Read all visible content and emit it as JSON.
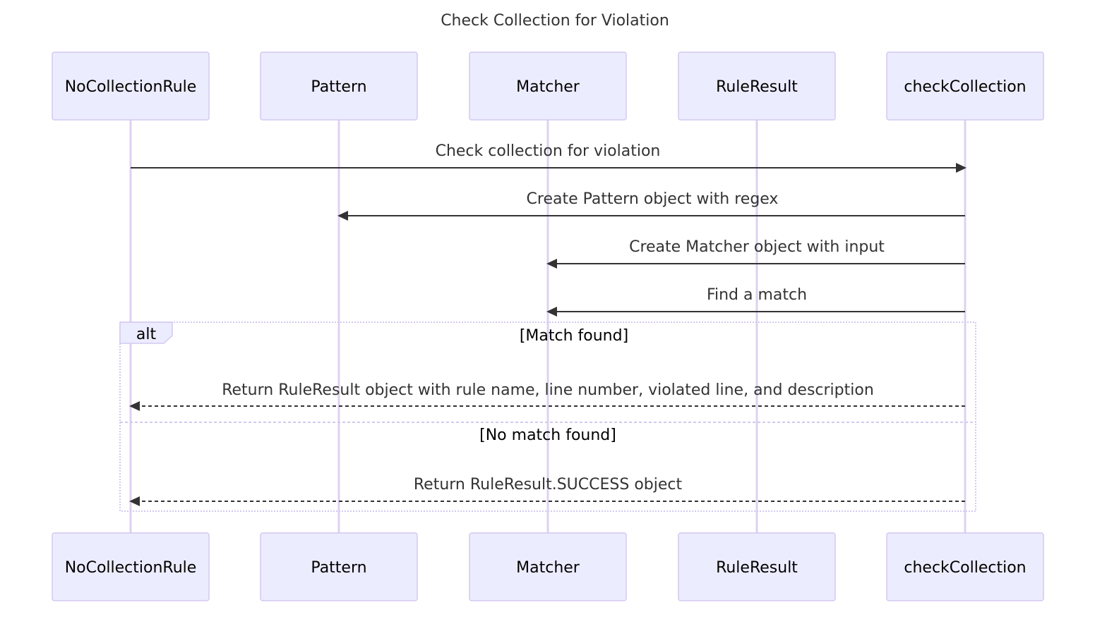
{
  "title": "Check Collection for Violation",
  "colors": {
    "actor_fill": "#ECECFF",
    "actor_stroke": "#D4C8F0",
    "lifeline": "#DDD2F0",
    "message": "#333333"
  },
  "participants": [
    {
      "id": "rule",
      "label": "NoCollectionRule"
    },
    {
      "id": "pattern",
      "label": "Pattern"
    },
    {
      "id": "matcher",
      "label": "Matcher"
    },
    {
      "id": "result",
      "label": "RuleResult"
    },
    {
      "id": "check",
      "label": "checkCollection"
    }
  ],
  "messages": [
    {
      "from": "rule",
      "to": "check",
      "label": "Check collection for violation",
      "style": "solid"
    },
    {
      "from": "check",
      "to": "pattern",
      "label": "Create Pattern object with regex",
      "style": "solid"
    },
    {
      "from": "check",
      "to": "matcher",
      "label": "Create Matcher object with input",
      "style": "solid"
    },
    {
      "from": "check",
      "to": "matcher",
      "label": "Find a match",
      "style": "solid"
    },
    {
      "from": "check",
      "to": "rule",
      "label": "Return RuleResult object with rule name, line number, violated line, and description",
      "style": "dashed"
    },
    {
      "from": "check",
      "to": "rule",
      "label": "Return RuleResult.SUCCESS object",
      "style": "dashed"
    }
  ],
  "alt": {
    "label": "alt",
    "conditions": [
      "[Match found]",
      "[No match found]"
    ]
  }
}
